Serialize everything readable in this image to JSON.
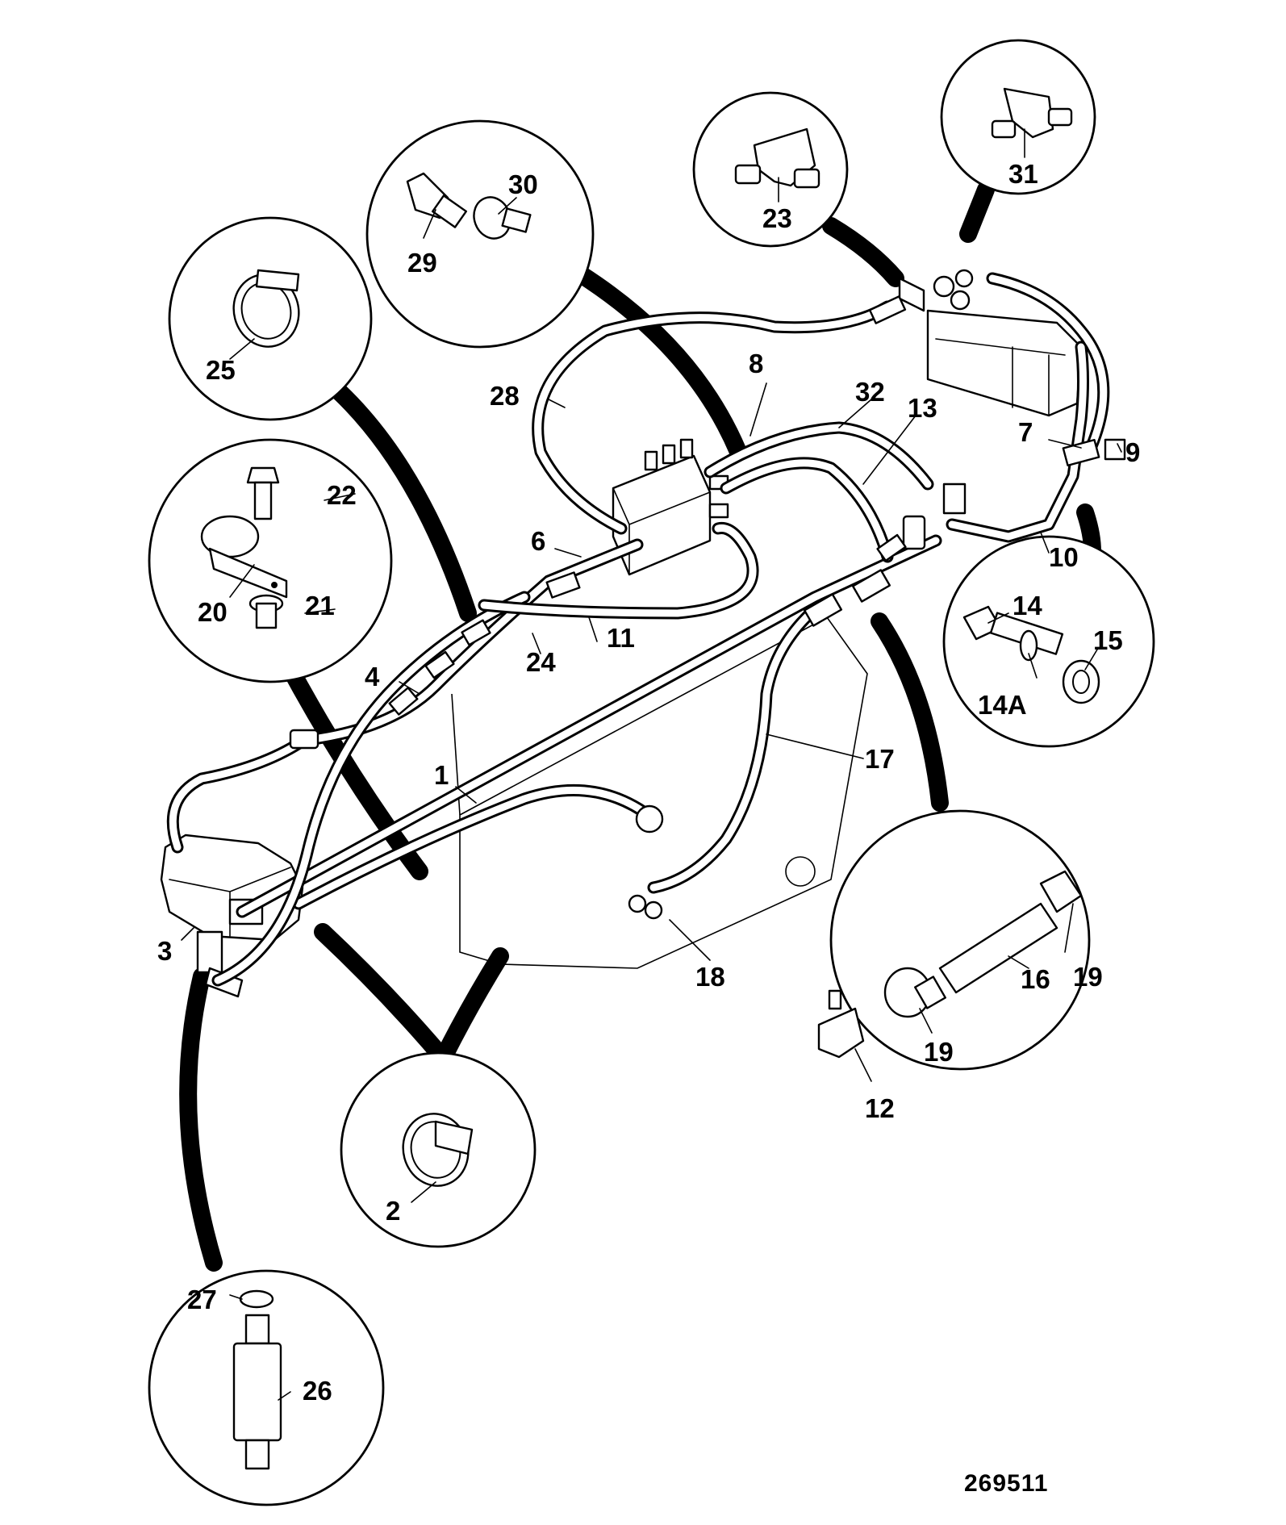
{
  "labels": {
    "p1": "1",
    "p2": "2",
    "p3": "3",
    "p4": "4",
    "p6": "6",
    "p7": "7",
    "p8": "8",
    "p9": "9",
    "p10": "10",
    "p11": "11",
    "p12": "12",
    "p13": "13",
    "p14": "14",
    "p14a": "14A",
    "p15": "15",
    "p16": "16",
    "p17": "17",
    "p18": "18",
    "p19a": "19",
    "p19b": "19",
    "p20": "20",
    "p21": "21",
    "p22": "22",
    "p23": "23",
    "p24": "24",
    "p25": "25",
    "p26": "26",
    "p27": "27",
    "p28": "28",
    "p29": "29",
    "p30": "30",
    "p31": "31",
    "p32": "32"
  },
  "drawing_number": "269511"
}
